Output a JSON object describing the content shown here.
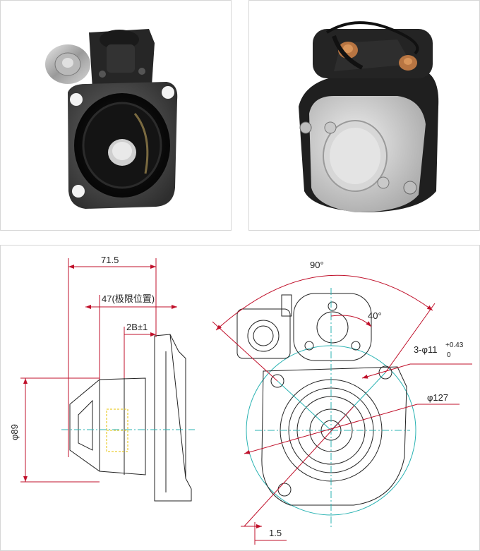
{
  "drawing": {
    "dims": {
      "overall_length": "71.5",
      "pinion_position": "47(极限位置)",
      "flange_thickness": "2B±1",
      "body_diameter": "φ89",
      "bolt_angle": "90°",
      "offset_angle": "40°",
      "mount_holes": "3-φ11",
      "mount_holes_tol_upper": "+0.43",
      "mount_holes_tol_lower": "0",
      "bolt_circle": "φ127",
      "small_offset": "1.5"
    }
  }
}
